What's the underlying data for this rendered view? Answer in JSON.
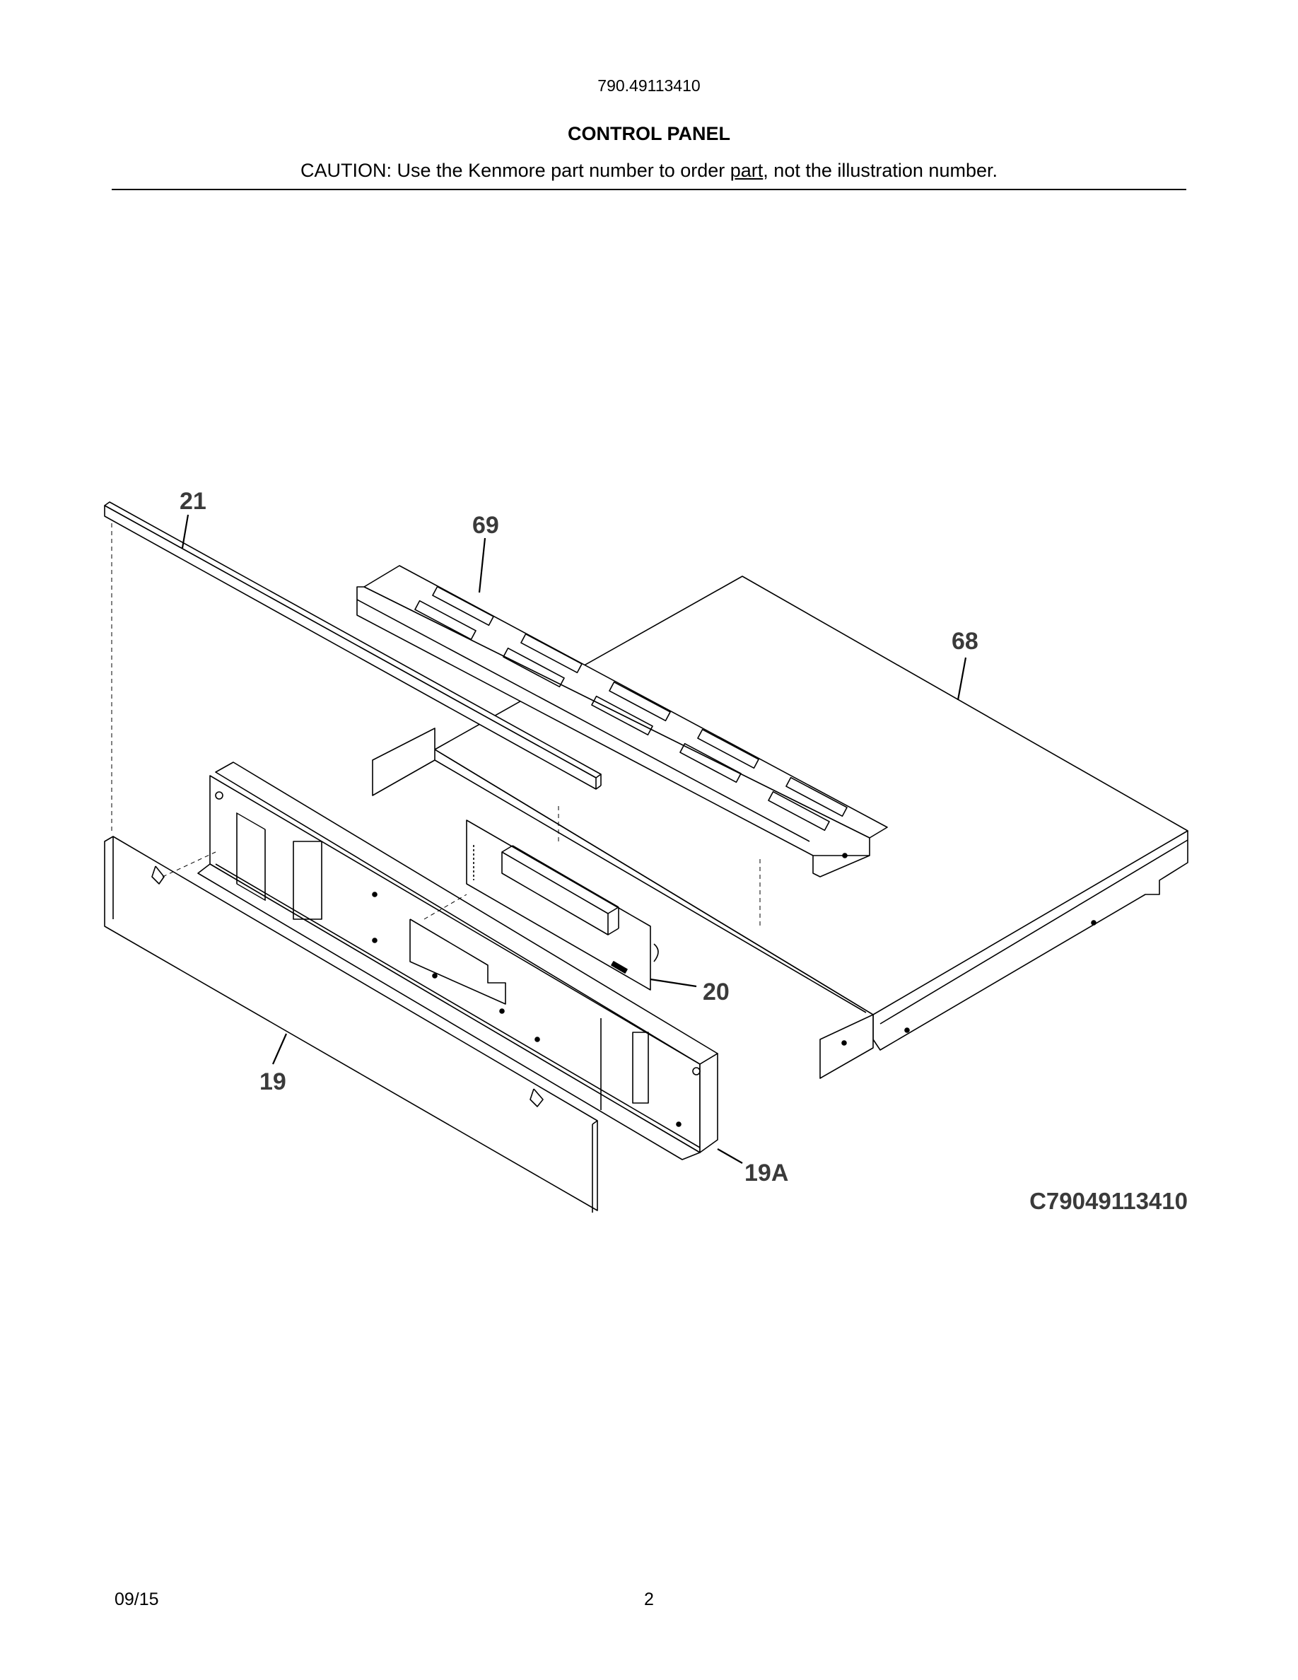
{
  "header": {
    "model_number": "790.49113410",
    "title": "CONTROL PANEL",
    "caution_prefix": "CAUTION: Use the Kenmore part number to order ",
    "caution_underlined": "part",
    "caution_suffix": ", not the illustration number."
  },
  "diagram": {
    "callouts": {
      "c21": "21",
      "c69": "69",
      "c68": "68",
      "c20": "20",
      "c19": "19",
      "c19A": "19A"
    },
    "drawing_number": "C79049113410"
  },
  "footer": {
    "date": "09/15",
    "page": "2"
  }
}
